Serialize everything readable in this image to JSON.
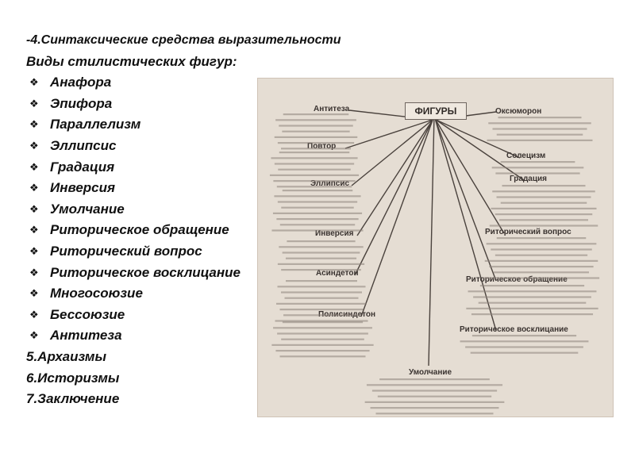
{
  "heading": "-4.Синтаксические средства выразительности",
  "subheading": "Виды стилистических фигур:",
  "bullet_icon": "diamond-bullet-icon",
  "items": [
    "Анафора",
    "Эпифора",
    "Параллелизм",
    "Эллипсис",
    "Градация",
    "Инверсия",
    "Умолчание",
    "Риторическое обращение",
    "Риторический вопрос",
    "Риторическое восклицание",
    "Многосоюзие",
    "Бессоюзие",
    "Антитеза"
  ],
  "footer_items": [
    "5.Архаизмы",
    "6.Историзмы",
    "7.Заключение"
  ],
  "scan": {
    "center": "ФИГУРЫ",
    "labels": [
      "Антитеза",
      "Повтор",
      "Эллипсис",
      "Инверсия",
      "Асиндетон",
      "Полисиндетон",
      "Оксюморон",
      "Солецизм",
      "Градация",
      "Риторический вопрос",
      "Риторическое обращение",
      "Риторическое восклицание",
      "Умолчание"
    ]
  }
}
